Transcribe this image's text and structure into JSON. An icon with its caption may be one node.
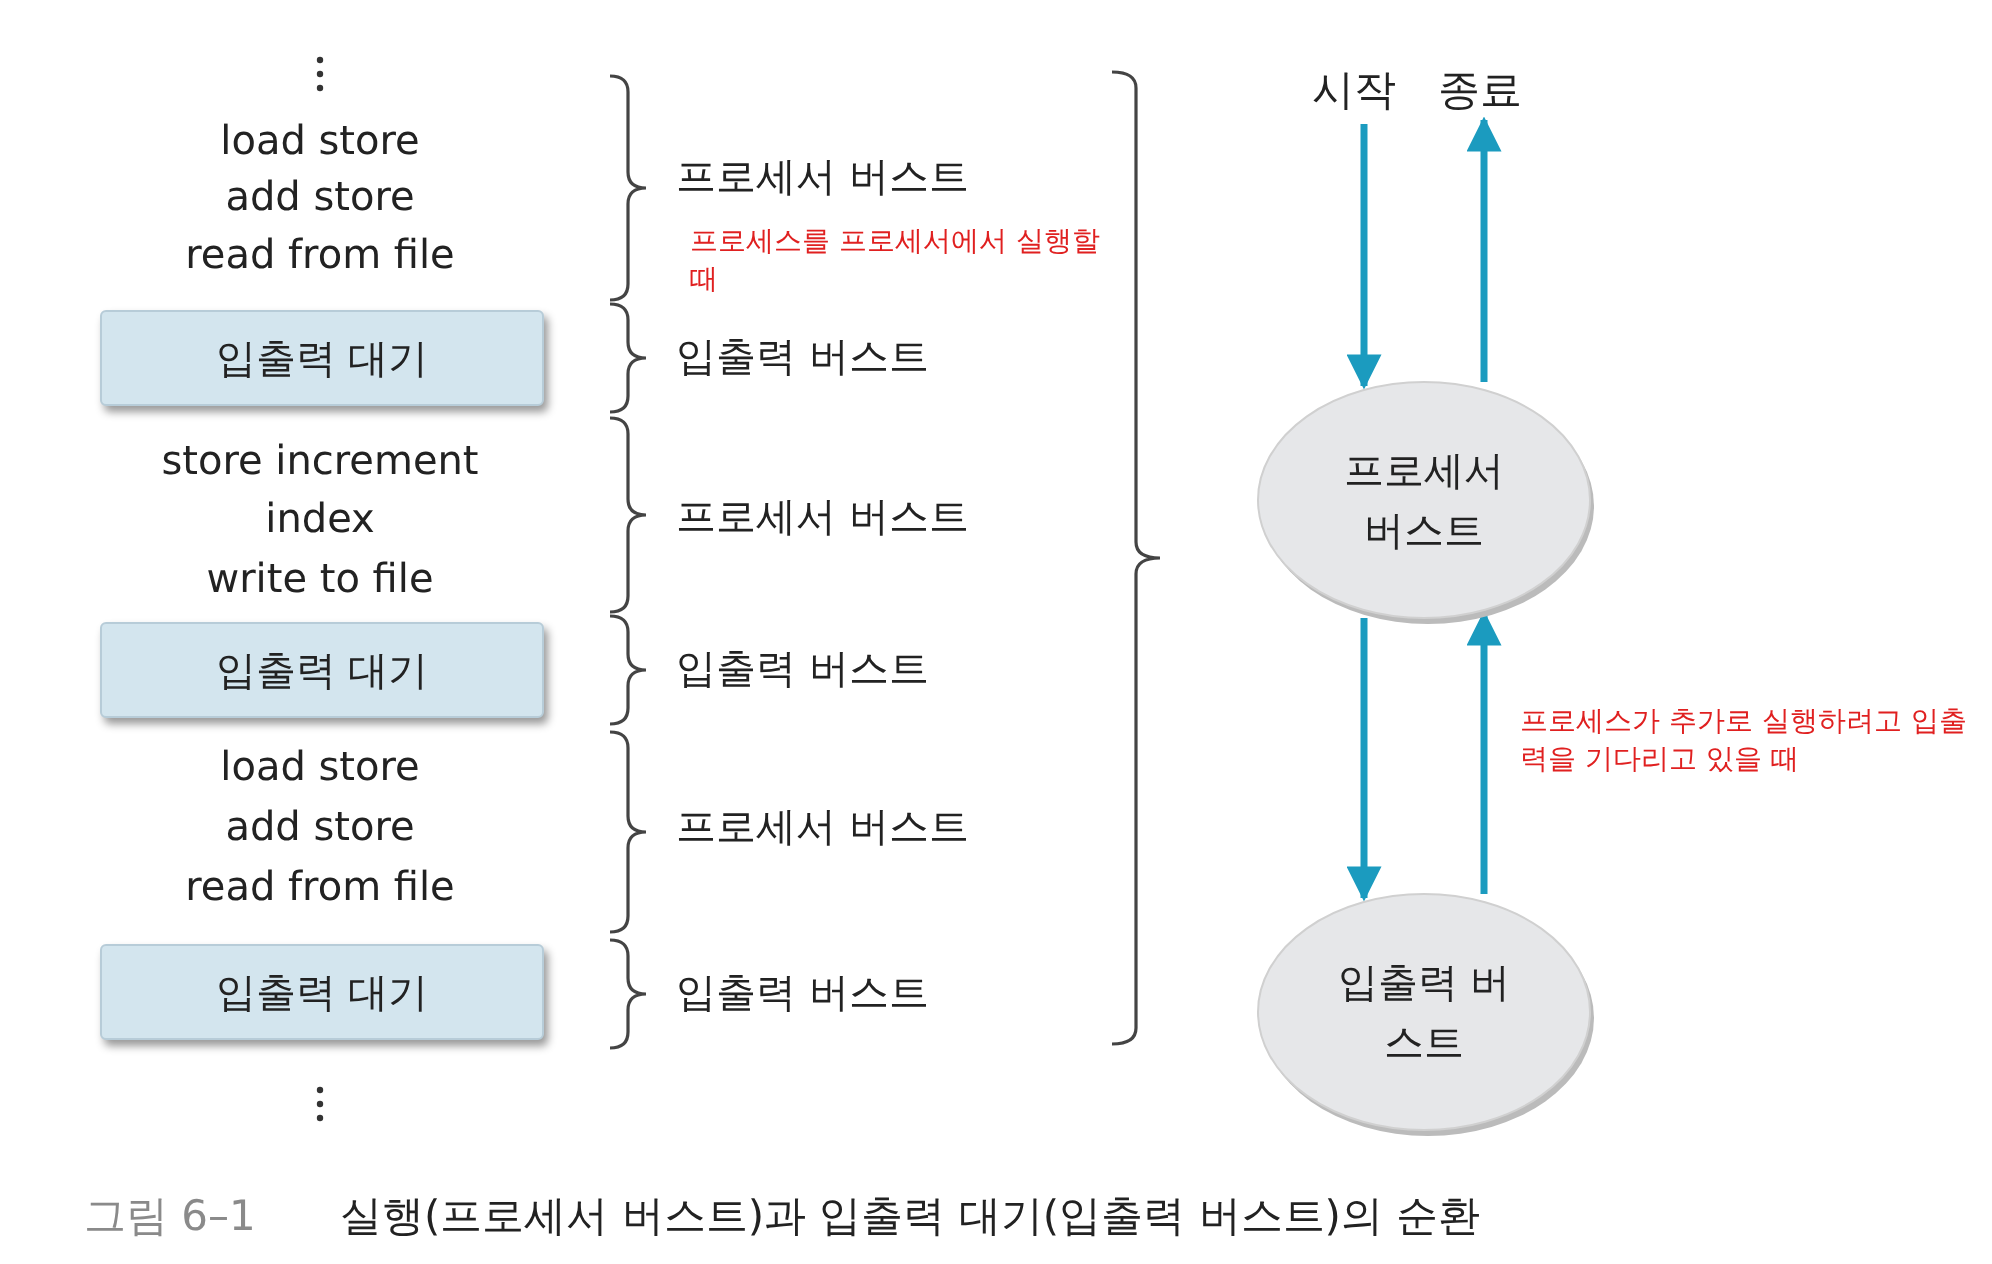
{
  "diagram": {
    "caption": "실행(프로세서 버스트)과 입출력 대기(입출력 버스트)의 순환",
    "nodes": [
      {
        "text": [
          "입출력 대기"
        ]
      },
      {
        "text": [
          "입출력 대기"
        ]
      },
      {
        "text": [
          "입출력 대기"
        ]
      },
      {
        "text": [
          "시작"
        ]
      },
      {
        "text": [
          "종료"
        ]
      },
      {
        "text": [
          "프로세서 버스트"
        ]
      },
      {
        "text": [
          "입출력 버스트"
        ]
      }
    ],
    "edges": [
      {
        "from": 3,
        "to": 5,
        "arrow": "to"
      },
      {
        "from": 5,
        "to": 4,
        "arrow": "to"
      },
      {
        "from": 5,
        "to": 6,
        "arrow": "to"
      },
      {
        "from": 6,
        "to": 5,
        "arrow": "to"
      }
    ],
    "labels": [
      "load store",
      "add store",
      "read from file",
      "프로세서 버스트",
      "프로세스를 프로세서에서 실행할 때",
      "입출력 버스트",
      "store increment",
      "index",
      "write to file",
      "프로세서 버스트",
      "입출력 버스트",
      "프로세스가 추가로 실행하려고 입출력을 기다리고 있을 때",
      "load store",
      "add store",
      "read from file",
      "프로세서 버스트",
      "입출력 버스트",
      "그림 6–1"
    ]
  }
}
